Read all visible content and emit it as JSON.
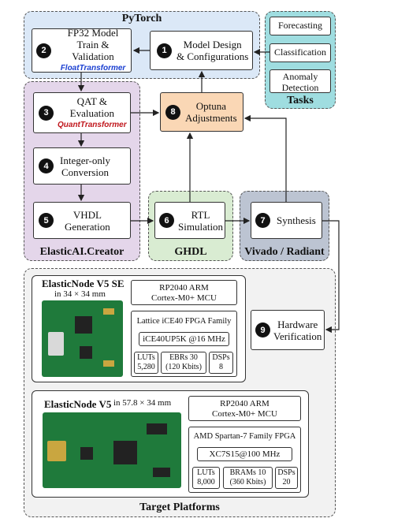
{
  "regions": {
    "pytorch": "PyTorch",
    "elastic": "ElasticAI.Creator",
    "ghdl": "GHDL",
    "vivado": "Vivado / Radiant",
    "tasks": "Tasks",
    "platforms": "Target Platforms"
  },
  "steps": {
    "s1": {
      "num": "1",
      "line1": "Model Design",
      "line2": "& Configurations"
    },
    "s2": {
      "num": "2",
      "line1": "FP32 Model",
      "line2": "Train & Validation",
      "sub": "FloatTransformer"
    },
    "s3": {
      "num": "3",
      "line1": "QAT &",
      "line2": "Evaluation",
      "sub": "QuantTransformer"
    },
    "s4": {
      "num": "4",
      "line1": "Integer-only",
      "line2": "Conversion"
    },
    "s5": {
      "num": "5",
      "line1": "VHDL",
      "line2": "Generation"
    },
    "s6": {
      "num": "6",
      "line1": "RTL",
      "line2": "Simulation"
    },
    "s7": {
      "num": "7",
      "line1": "Synthesis"
    },
    "s8": {
      "num": "8",
      "line1": "Optuna",
      "line2": "Adjustments"
    },
    "s9": {
      "num": "9",
      "line1": "Hardware",
      "line2": "Verification"
    }
  },
  "tasks": {
    "forecasting": "Forecasting",
    "classification": "Classification",
    "anomaly1": "Anomaly",
    "anomaly2": "Detection"
  },
  "se": {
    "title": "ElasticNode V5 SE",
    "size": "in 34 × 34 mm",
    "mcu1": "RP2040 ARM",
    "mcu2": "Cortex-M0+ MCU",
    "fpga": "Lattice iCE40 FPGA Family",
    "part": "iCE40UP5K @16 MHz",
    "luts1": "LUTs",
    "luts2": "5,280",
    "ebr1": "EBRs 30",
    "ebr2": "(120 Kbits)",
    "dsp1": "DSPs",
    "dsp2": "8"
  },
  "v5": {
    "title": "ElasticNode V5",
    "size": "in 57.8 × 34 mm",
    "mcu1": "RP2040 ARM",
    "mcu2": "Cortex-M0+ MCU",
    "fpga": "AMD Spartan-7 Family FPGA",
    "part": "XC7S15@100 MHz",
    "luts1": "LUTs",
    "luts2": "8,000",
    "bram1": "BRAMs 10",
    "bram2": "(360 Kbits)",
    "dsp1": "DSPs",
    "dsp2": "20"
  },
  "colors": {
    "pytorch": "#dbe8f7",
    "elastic": "#e4d6ea",
    "ghdl": "#d9ecd2",
    "vivado": "#bcc4d2",
    "tasks": "#9fdde0",
    "platforms": "#f2f2f2",
    "optuna": "#fad7b5",
    "pcb": "#1f7a3b",
    "float_sub": "#1a3fd1",
    "quant_sub": "#c0161c"
  }
}
